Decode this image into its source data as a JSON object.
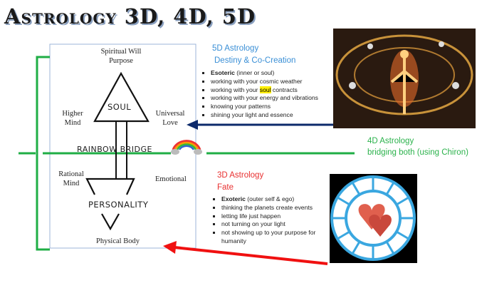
{
  "title": "Astrology 3D, 4D, 5D",
  "diagram": {
    "top": "Spiritual Will",
    "top2": "Purpose",
    "soul": "SOUL",
    "higher1": "Higher",
    "higher2": "Mind",
    "universal1": "Universal",
    "universal2": "Love",
    "bridge": "RAINBOW BRIDGE",
    "rational1": "Rational",
    "rational2": "Mind",
    "emotional": "Emotional",
    "personality": "PERSONALITY",
    "body": "Physical Body"
  },
  "five_d": {
    "title": "5D Astrology",
    "subtitle": "Destiny & Co-Creation",
    "items": [
      {
        "bold": "Esoteric",
        "rest": " (inner or soul)"
      },
      {
        "pre": "working with your cosmic weather"
      },
      {
        "pre": "working with your ",
        "hl": "soul",
        "post": " contracts"
      },
      {
        "pre": "working with your energy and vibrations"
      },
      {
        "pre": "knowing your patterns"
      },
      {
        "pre": "shining your light and essence"
      }
    ]
  },
  "four_d": {
    "title": "4D Astrology",
    "subtitle": "bridging both (using Chiron)"
  },
  "three_d": {
    "title": "3D Astrology",
    "subtitle": "Fate",
    "items": [
      {
        "bold": "Exoteric",
        "rest": " (outer self & ego)"
      },
      {
        "pre": "thinking the planets create events"
      },
      {
        "pre": "letting life just happen"
      },
      {
        "pre": "not turning on your light"
      },
      {
        "pre": "not showing up to your purpose for humanity"
      }
    ]
  },
  "colors": {
    "green": "#1fae45",
    "navy": "#0d2a6b",
    "red": "#f01010",
    "blue": "#3a8fd6"
  }
}
